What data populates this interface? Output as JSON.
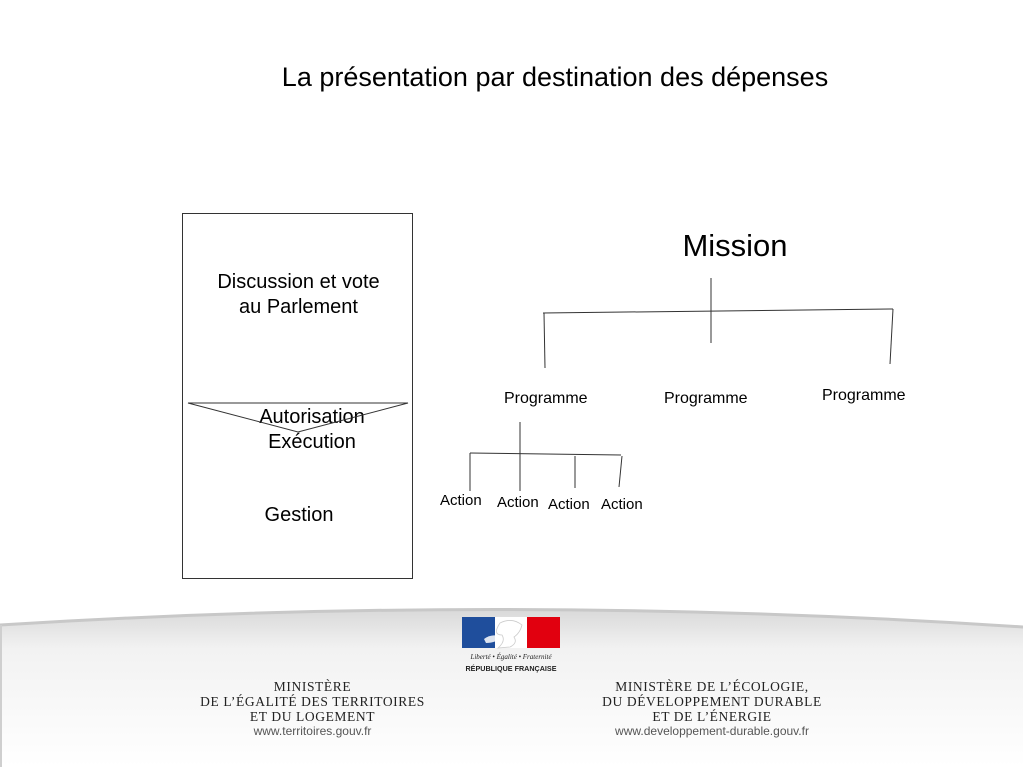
{
  "title": "La présentation par destination des dépenses",
  "left_panel": {
    "discussion": "Discussion et vote\nau Parlement",
    "autorisation": "Autorisation\nExécution",
    "gestion": "Gestion"
  },
  "hierarchy": {
    "mission": "Mission",
    "programmes": [
      "Programme",
      "Programme",
      "Programme"
    ],
    "actions": [
      "Action",
      "Action",
      "Action",
      "Action"
    ]
  },
  "footer": {
    "flag": {
      "motto": "Liberté • Égalité • Fraternité",
      "republic": "RÉPUBLIQUE FRANÇAISE",
      "colors": {
        "blue": "#1f4e9c",
        "white": "#ffffff",
        "red": "#e1000f"
      }
    },
    "ministry_left": {
      "line1": "MINISTÈRE",
      "line2": "DE L’ÉGALITÉ DES TERRITOIRES",
      "line3": "ET DU LOGEMENT",
      "url": "www.territoires.gouv.fr"
    },
    "ministry_right": {
      "line1": "MINISTÈRE DE L’ÉCOLOGIE,",
      "line2": "DU DÉVELOPPEMENT DURABLE",
      "line3": "ET DE L’ÉNERGIE",
      "url": "www.developpement-durable.gouv.fr"
    }
  }
}
